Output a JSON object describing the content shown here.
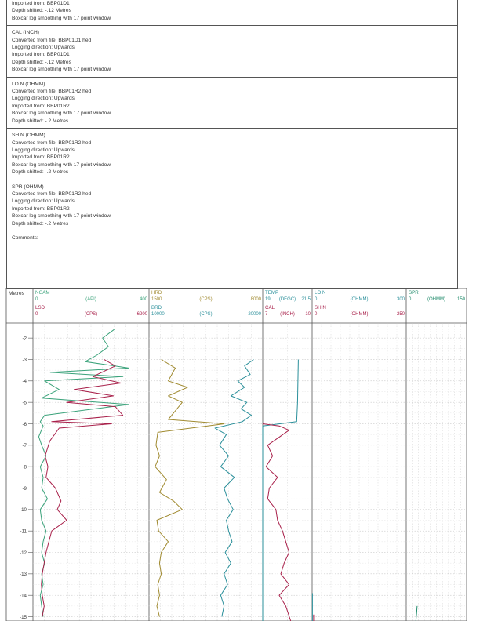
{
  "notes": {
    "top_lines": [
      "Imported from: BBP01D1",
      "Depth shifted: -.12 Metres",
      "Boxcar log smoothing with  17 point window."
    ],
    "blocks": [
      {
        "title": "CAL (INCH)",
        "lines": [
          "Converted from file: BBP01D1.hed",
          "Logging direction: Upwards",
          "Imported from: BBP01D1",
          "Depth shifted: -.12 Metres",
          "Boxcar log smoothing with  17 point window."
        ]
      },
      {
        "title": "LO N (OHMM)",
        "lines": [
          "Converted from file: BBP01R2.hed",
          "Logging direction: Upwards",
          "Imported from: BBP01R2",
          "Boxcar log smoothing with  17 point window.",
          "Depth shifted: -.2 Metres"
        ]
      },
      {
        "title": "SH N (OHMM)",
        "lines": [
          "Converted from file: BBP01R2.hed",
          "Logging direction: Upwards",
          "Imported from: BBP01R2",
          "Boxcar log smoothing with  17 point window.",
          "Depth shifted: -.2 Metres"
        ]
      },
      {
        "title": "SPR (OHMM)",
        "lines": [
          "Converted from file: BBP01R2.hed",
          "Logging direction: Upwards",
          "Imported from: BBP01R2",
          "Boxcar log smoothing with  17 point window.",
          "Depth shifted: -.2 Metres"
        ]
      }
    ],
    "comments_label": "Comments:"
  },
  "chart_data": {
    "type": "line",
    "depth_label": "Metres",
    "depth_ticks": [
      -2,
      -3,
      -4,
      -5,
      -6,
      -7,
      -8,
      -9,
      -10,
      -11,
      -12,
      -13,
      -14,
      -15
    ],
    "ylim": [
      -1.3,
      -15.2
    ],
    "colors": {
      "ngam": "#3aa27a",
      "lsd": "#a8204a",
      "hrd": "#a08a30",
      "brd": "#2a8f9a",
      "temp": "#2a8f9a",
      "cal": "#a8204a",
      "lon": "#2a8f9a",
      "shn": "#a8204a",
      "spr": "#1f8a6a"
    },
    "tracks": [
      {
        "curves": [
          {
            "key": "ngam",
            "name": "NGAM",
            "min": "0",
            "unit": "(API)",
            "max": "400",
            "color": "#3aa27a"
          },
          {
            "key": "lsd",
            "name": "LSD",
            "min": "0",
            "unit": "(CPS)",
            "max": "6200",
            "color": "#a8204a"
          }
        ]
      },
      {
        "curves": [
          {
            "key": "hrd",
            "name": "HRD",
            "min": "1500",
            "unit": "(CPS)",
            "max": "8000",
            "color": "#a08a30"
          },
          {
            "key": "brd",
            "name": "BRD",
            "min": "10000",
            "unit": "(CPS)",
            "max": "20000",
            "color": "#2a8f9a"
          }
        ]
      },
      {
        "curves": [
          {
            "key": "temp",
            "name": "TEMP",
            "min": "19",
            "unit": "(DEGC)",
            "max": "21.5",
            "color": "#2a8f9a"
          },
          {
            "key": "cal",
            "name": "CAL",
            "min": "7",
            "unit": "(INCH)",
            "max": "10",
            "color": "#a8204a"
          }
        ]
      },
      {
        "curves": [
          {
            "key": "lon",
            "name": "LO N",
            "min": "0",
            "unit": "(OHMM)",
            "max": "300",
            "color": "#2a8f9a"
          },
          {
            "key": "shn",
            "name": "SH N",
            "min": "0",
            "unit": "(OHMM)",
            "max": "250",
            "color": "#a8204a"
          }
        ]
      },
      {
        "curves": [
          {
            "key": "spr",
            "name": "SPR",
            "min": "0",
            "unit": "(OHMM)",
            "max": "150",
            "color": "#1f8a6a"
          }
        ]
      }
    ],
    "series": [
      {
        "key": "ngam",
        "depth": [
          -1.6,
          -2.0,
          -2.4,
          -2.8,
          -3.1,
          -3.4,
          -3.6,
          -3.8,
          -4.0,
          -4.4,
          -4.8,
          -5.1,
          -5.6,
          -5.9,
          -6.1,
          -6.6,
          -7.0,
          -7.5,
          -8.0,
          -8.5,
          -9.0,
          -9.5,
          -10.0,
          -10.5,
          -11.0,
          -11.5,
          -12.0,
          -12.5,
          -13.0,
          -13.5,
          -14.0,
          -14.5,
          -15.0
        ],
        "value": [
          280,
          240,
          260,
          220,
          180,
          330,
          60,
          310,
          40,
          90,
          30,
          330,
          40,
          25,
          35,
          20,
          30,
          45,
          25,
          35,
          30,
          50,
          25,
          30,
          45,
          35,
          30,
          40,
          30,
          35,
          25,
          30,
          35
        ]
      },
      {
        "key": "lsd",
        "depth": [
          -3.0,
          -3.3,
          -3.8,
          -4.1,
          -4.4,
          -4.7,
          -5.0,
          -5.2,
          -5.6,
          -5.9,
          -6.0,
          -6.2,
          -6.8,
          -7.5,
          -8.0,
          -8.5,
          -9.0,
          -9.6,
          -10.0,
          -10.5,
          -11.0,
          -11.5,
          -12.0,
          -12.5,
          -13.0,
          -13.5,
          -14.0,
          -14.5,
          -15.0
        ],
        "value": [
          3800,
          4400,
          3200,
          4700,
          2200,
          4300,
          1800,
          4400,
          4800,
          1000,
          4200,
          1400,
          900,
          650,
          800,
          700,
          1200,
          1500,
          1300,
          1800,
          1000,
          850,
          700,
          600,
          500,
          450,
          500,
          600,
          500
        ]
      },
      {
        "key": "hrd",
        "depth": [
          -3.0,
          -3.4,
          -4.0,
          -4.3,
          -4.7,
          -5.0,
          -5.4,
          -5.8,
          -6.0,
          -6.4,
          -7.0,
          -7.5,
          -8.0,
          -8.6,
          -9.2,
          -9.6,
          -10.0,
          -10.5,
          -11.0,
          -11.5,
          -12.0,
          -12.5,
          -13.0,
          -13.5,
          -14.0,
          -14.5,
          -15.0
        ],
        "value": [
          2200,
          3000,
          2600,
          3700,
          2600,
          3400,
          3000,
          2600,
          5800,
          2000,
          1900,
          2100,
          1850,
          2500,
          2100,
          2900,
          3400,
          1950,
          2050,
          2600,
          2200,
          2100,
          2200,
          2000,
          2100,
          1950,
          2100
        ]
      },
      {
        "key": "brd",
        "depth": [
          -3.0,
          -3.3,
          -3.7,
          -4.0,
          -4.3,
          -4.7,
          -5.0,
          -5.3,
          -5.6,
          -5.9,
          -6.2,
          -6.5,
          -7.0,
          -7.5,
          -8.0,
          -8.5,
          -9.0,
          -9.5,
          -10.0,
          -10.5,
          -11.0,
          -11.5,
          -12.0,
          -12.5,
          -13.0,
          -13.5,
          -14.0,
          -14.5,
          -15.0
        ],
        "value": [
          19200,
          18400,
          18900,
          17800,
          18400,
          17200,
          18600,
          18100,
          19000,
          18200,
          15800,
          16800,
          16200,
          17000,
          16300,
          17500,
          16600,
          16900,
          17400,
          16800,
          17000,
          17300,
          16700,
          17200,
          16600,
          16900,
          16300,
          16600,
          16400
        ]
      },
      {
        "key": "temp",
        "depth": [
          -3.0,
          -4.0,
          -5.0,
          -5.9,
          -6.1,
          -8.0,
          -10.0,
          -12.0,
          -14.0,
          -15.2
        ],
        "value": [
          20.8,
          20.78,
          20.76,
          20.72,
          19.0,
          19.0,
          19.0,
          19.0,
          19.0,
          19.0
        ]
      },
      {
        "key": "cal",
        "depth": [
          -6.0,
          -6.1,
          -6.3,
          -7.0,
          -7.5,
          -8.0,
          -8.5,
          -9.0,
          -9.5,
          -10.0,
          -10.5,
          -11.0,
          -11.5,
          -12.0,
          -12.5,
          -13.0,
          -13.5,
          -14.0,
          -14.5,
          -15.2
        ],
        "value": [
          7.0,
          8.0,
          8.6,
          7.3,
          7.6,
          7.2,
          7.9,
          7.4,
          7.3,
          7.8,
          7.9,
          8.2,
          8.4,
          8.6,
          8.3,
          8.1,
          8.6,
          8.0,
          8.4,
          8.7
        ]
      },
      {
        "key": "lon",
        "depth": [
          -13.9,
          -14.3,
          -14.6,
          -15.2
        ],
        "value": [
          1,
          1,
          1,
          1
        ]
      },
      {
        "key": "shn",
        "depth": [
          -14.9,
          -15.2
        ],
        "value": [
          4,
          4
        ]
      },
      {
        "key": "spr",
        "depth": [
          -14.5,
          -14.8,
          -15.0,
          -15.2
        ],
        "value": [
          27,
          26,
          25,
          24
        ]
      }
    ]
  }
}
